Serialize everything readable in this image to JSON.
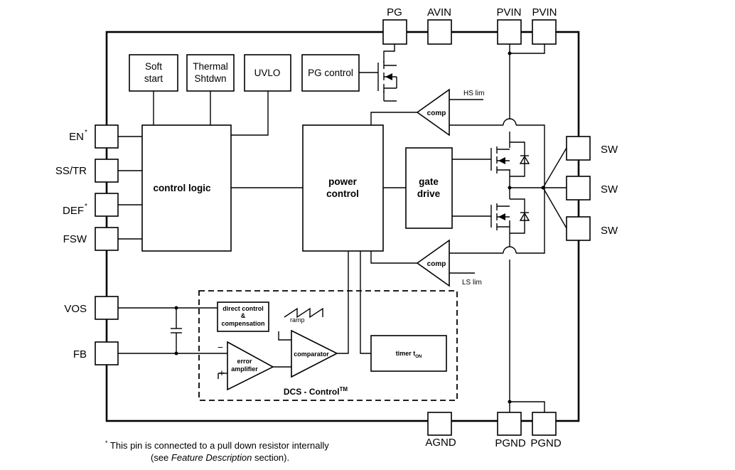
{
  "pins": {
    "pg": "PG",
    "avin": "AVIN",
    "pvin1": "PVIN",
    "pvin2": "PVIN",
    "en": "EN",
    "en_mark": "*",
    "sstr": "SS/TR",
    "def": "DEF",
    "def_mark": "*",
    "fsw": "FSW",
    "vos": "VOS",
    "fb": "FB",
    "sw1": "SW",
    "sw2": "SW",
    "sw3": "SW",
    "agnd": "AGND",
    "pgnd1": "PGND",
    "pgnd2": "PGND"
  },
  "blocks": {
    "soft_start_l1": "Soft",
    "soft_start_l2": "start",
    "thermal_l1": "Thermal",
    "thermal_l2": "Shtdwn",
    "uvlo": "UVLO",
    "pg_control": "PG control",
    "control_logic": "control logic",
    "power_control_l1": "power",
    "power_control_l2": "control",
    "gate_drive_l1": "gate",
    "gate_drive_l2": "drive",
    "comp_hs": "comp",
    "comp_ls": "comp",
    "hs_lim": "HS lim",
    "ls_lim": "LS lim",
    "direct_control_l1": "direct control",
    "direct_control_l2": "&",
    "direct_control_l3": "compensation",
    "ramp": "ramp",
    "error_amp_l1": "error",
    "error_amp_l2": "amplifier",
    "comparator": "comparator",
    "timer": "timer t",
    "timer_sub": "ON",
    "minus": "−",
    "plus": "+",
    "dcs_label": "DCS - Control",
    "dcs_tm": "TM"
  },
  "footnote": {
    "mark": "*",
    "line1": " This pin is connected to a pull down resistor internally",
    "line2_pre": "(see ",
    "line2_em": "Feature Description",
    "line2_post": " section)."
  }
}
